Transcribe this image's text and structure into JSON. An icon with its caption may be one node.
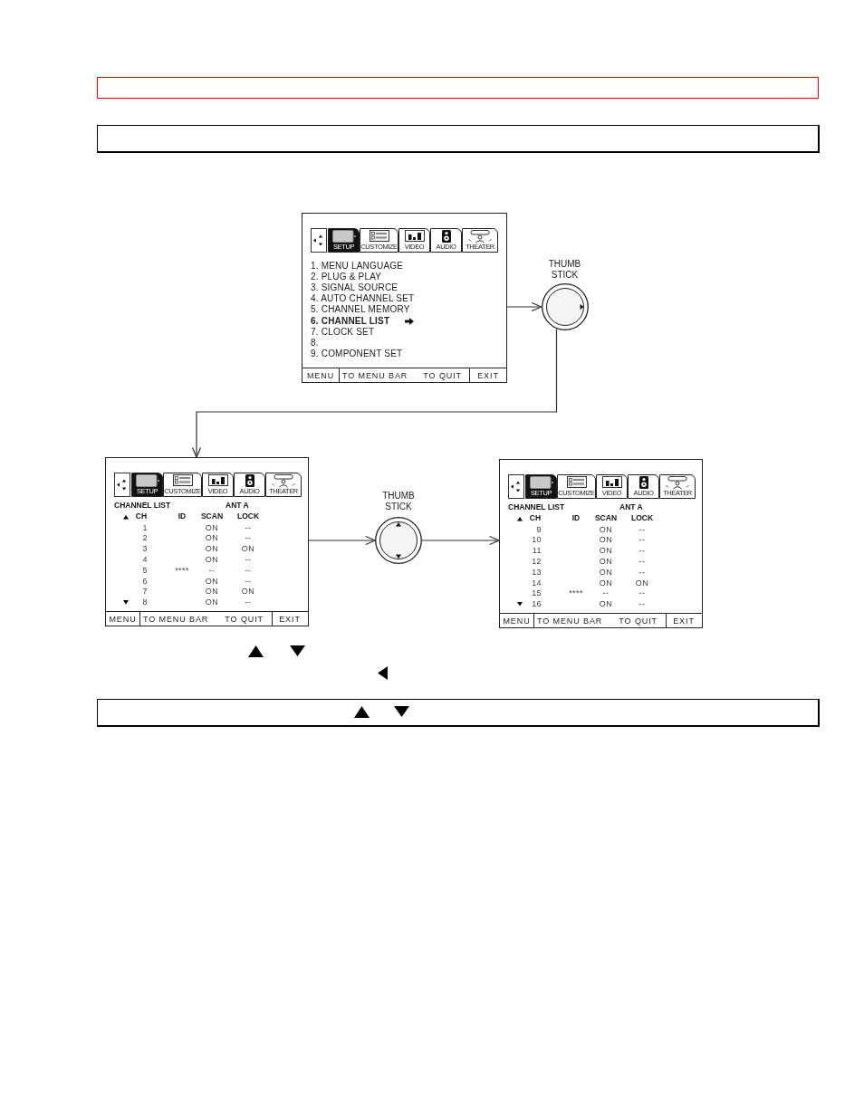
{
  "diagram": {
    "nodes": [
      {
        "text": [],
        "shape": "box"
      },
      {
        "text": [],
        "shape": "box"
      },
      {
        "text": [
          "1. MENU LANGUAGE",
          "2. PLUG & PLAY",
          "3. SIGNAL SOURCE",
          "4. AUTO CHANNEL SET",
          "5. CHANNEL MEMORY",
          "6. CHANNEL LIST",
          "7. CLOCK SET",
          "8.",
          "9. COMPONENT SET",
          "MENU",
          "TO MENU BAR",
          "TO QUIT",
          "EXIT"
        ]
      },
      {
        "text": [
          "SETUP"
        ],
        "in": 2
      },
      {
        "text": [
          "CUSTOMIZE"
        ],
        "in": 2
      },
      {
        "text": [
          "VIDEO"
        ],
        "in": 2
      },
      {
        "text": [
          "AUDIO"
        ],
        "in": 2
      },
      {
        "text": [
          "THEATER"
        ],
        "in": 2
      },
      {
        "text": [
          "THUMB STICK"
        ]
      },
      {
        "text": [
          "CHANNEL LIST",
          "ANT A",
          "CH",
          "ID",
          "SCAN",
          "LOCK",
          "1",
          "ON",
          "--",
          "2",
          "ON",
          "--",
          "3",
          "ON",
          "ON",
          "4",
          "ON",
          "--",
          "5",
          "****",
          "--",
          "--",
          "6",
          "ON",
          "--",
          "7",
          "ON",
          "ON",
          "8",
          "ON",
          "--",
          "MENU",
          "TO MENU BAR",
          "TO QUIT",
          "EXIT"
        ]
      },
      {
        "text": [
          "SETUP"
        ],
        "in": 9
      },
      {
        "text": [
          "CUSTOMIZE"
        ],
        "in": 9
      },
      {
        "text": [
          "VIDEO"
        ],
        "in": 9
      },
      {
        "text": [
          "AUDIO"
        ],
        "in": 9
      },
      {
        "text": [
          "THEATER"
        ],
        "in": 9
      },
      {
        "text": [
          "THUMB STICK"
        ]
      },
      {
        "text": [
          "CHANNEL LIST",
          "ANT A",
          "CH",
          "ID",
          "SCAN",
          "LOCK",
          "9",
          "ON",
          "--",
          "10",
          "ON",
          "--",
          "11",
          "ON",
          "--",
          "12",
          "ON",
          "--",
          "13",
          "ON",
          "--",
          "14",
          "ON",
          "ON",
          "15",
          "****",
          "--",
          "--",
          "16",
          "ON",
          "--",
          "MENU",
          "TO MENU BAR",
          "TO QUIT",
          "EXIT"
        ]
      },
      {
        "text": [
          "SETUP"
        ],
        "in": 16
      },
      {
        "text": [
          "CUSTOMIZE"
        ],
        "in": 16
      },
      {
        "text": [
          "VIDEO"
        ],
        "in": 16
      },
      {
        "text": [
          "AUDIO"
        ],
        "in": 16
      },
      {
        "text": [
          "THEATER"
        ],
        "in": 16
      },
      {
        "text": [],
        "shape": "box"
      }
    ],
    "edges": [
      {
        "from": 2,
        "to": 8,
        "arrow": "to"
      },
      {
        "from": 8,
        "to": 9,
        "arrow": "to"
      },
      {
        "from": 9,
        "to": 15,
        "arrow": "to"
      },
      {
        "from": 15,
        "to": 16,
        "arrow": "to"
      }
    ]
  }
}
